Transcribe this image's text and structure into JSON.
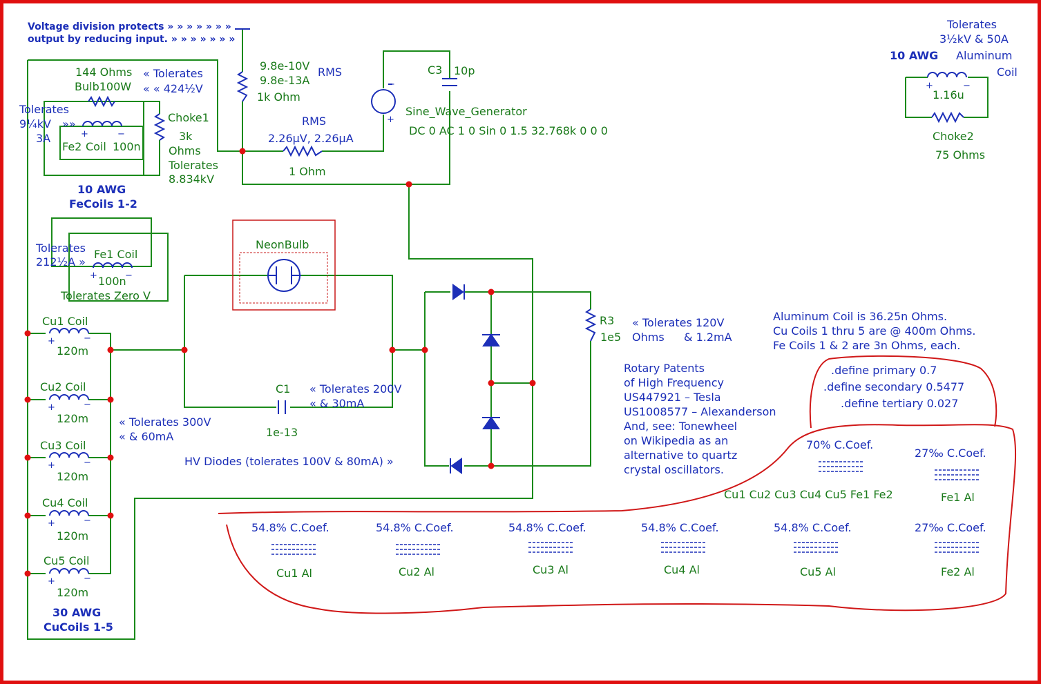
{
  "notes": {
    "voltage_div_1": "Voltage division protects » » » » » » »",
    "voltage_div_2": "output by reducing input. » » » » » » »",
    "hv_diodes": "HV Diodes (tolerates 100V & 80mA) »",
    "aluminum_info_1": "Aluminum Coil is 36.25n Ohms.",
    "aluminum_info_2": "Cu Coils 1 thru 5 are @ 400m Ohms.",
    "aluminum_info_3": "Fe Coils 1 & 2 are 3n Ohms, each.",
    "rotary_1": "Rotary Patents",
    "rotary_2": "of High Frequency",
    "rotary_3": "US447921 – Tesla",
    "rotary_4": "US1008577 – Alexanderson",
    "rotary_5": "And, see: Tonewheel",
    "rotary_6": "on Wikipedia as an",
    "rotary_7": "alternative to quartz",
    "rotary_8": "crystal oscillators."
  },
  "components": {
    "r_top_1": "9.8e-10V",
    "r_top_2": "9.8e-13A",
    "r_top_3": "1k Ohm",
    "r_top_rms": "RMS",
    "r_mid_rms": "RMS",
    "r_mid_vals": "2.26µV, 2.26µA",
    "r_mid_name": "1 Ohm",
    "c3_name": "C3",
    "c3_val": "10p",
    "sine_name": "Sine_Wave_Generator",
    "sine_params": "DC 0 AC 1 0 Sin 0 1.5 32.768k 0 0 0",
    "bulb_ohms": "144 Ohms",
    "bulb_name": "Bulb100W",
    "bulb_tol_1": "« Tolerates",
    "bulb_tol_2": "« « 424½V",
    "fe2_tol_1": "Tolerates",
    "fe2_tol_2": "9¼kV",
    "fe2_tol_arrow": "»»",
    "fe2_tol_3": "3A",
    "fe2_name": "Fe2",
    "fe2_coil": "Coil",
    "fe2_val": "100n",
    "choke1_name": "Choke1",
    "choke1_val_1": "3k",
    "choke1_val_2": "Ohms",
    "choke1_tol_1": "Tolerates",
    "choke1_tol_2": "8.834kV",
    "fecoils_1": "10 AWG",
    "fecoils_2": "FeCoils 1-2",
    "fe1_tol_1": "Tolerates",
    "fe1_tol_2": "212½A »",
    "fe1_name": "Fe1 Coil",
    "fe1_val": "100n",
    "fe1_tol_3": "Tolerates Zero V",
    "neon": "NeonBulb",
    "c1_name": "C1",
    "c1_tol_1": "« Tolerates 200V",
    "c1_tol_2": "« & 30mA",
    "c1_val": "1e-13",
    "cu_tol_1": "« Tolerates 300V",
    "cu_tol_2": "« & 60mA",
    "r3_name": "R3",
    "r3_val": "1e5",
    "r3_ohms": "Ohms",
    "r3_tol_1": "« Tolerates 120V",
    "r3_tol_2": "& 1.2mA",
    "cucoils_1": "30 AWG",
    "cucoils_2": "CuCoils 1-5",
    "alu_tol_1": "Tolerates",
    "alu_tol_2": "3½kV & 50A",
    "alu_awg": "10 AWG",
    "alu_name_1": "Aluminum",
    "alu_name_2": "Coil",
    "alu_val": "1.16u",
    "choke2_name": "Choke2",
    "choke2_val": "75 Ohms"
  },
  "cu_coils": [
    {
      "name": "Cu1 Coil",
      "value": "120m"
    },
    {
      "name": "Cu2  Coil",
      "value": "120m"
    },
    {
      "name": "Cu3  Coil",
      "value": "120m"
    },
    {
      "name": "Cu4 Coil",
      "value": "120m"
    },
    {
      "name": "Cu5 Coil",
      "value": "120m"
    }
  ],
  "defines": [
    ".define primary 0.7",
    ".define secondary 0.5477",
    ".define tertiary 0.027"
  ],
  "coupling_top": [
    {
      "coef": "70% C.Coef.",
      "label": "Cu1 Cu2 Cu3 Cu4 Cu5 Fe1 Fe2"
    },
    {
      "coef": "27‰ C.Coef.",
      "label": "Fe1 Al"
    }
  ],
  "coupling_bottom": [
    {
      "coef": "54.8% C.Coef.",
      "label": "Cu1 Al"
    },
    {
      "coef": "54.8% C.Coef.",
      "label": "Cu2 Al"
    },
    {
      "coef": "54.8% C.Coef.",
      "label": "Cu3 Al"
    },
    {
      "coef": "54.8% C.Coef.",
      "label": "Cu4 Al"
    },
    {
      "coef": "54.8% C.Coef.",
      "label": "Cu5 Al"
    },
    {
      "coef": "27‰ C.Coef.",
      "label": "Fe2 Al"
    }
  ],
  "colors": {
    "wire": "#1a8a1a",
    "component": "#1c2fb8",
    "junction": "#e01010",
    "border": "#e01010",
    "label_green": "#1a7a1a",
    "label_blue": "#1c2fb8"
  }
}
